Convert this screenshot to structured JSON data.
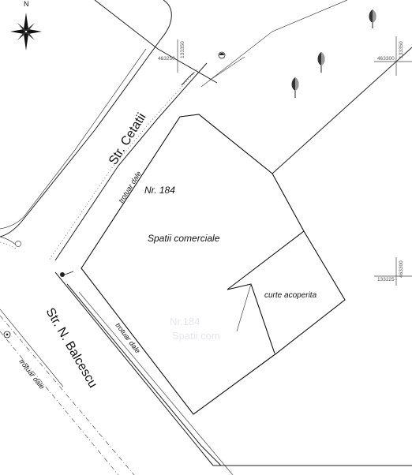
{
  "streets": {
    "cetatii": "Str. Cetatii",
    "balcescu": "Str. N. Balcescu",
    "sidewalk_top": "trotuar dale",
    "sidewalk_mid": "trotuar dale",
    "sidewalk_left": "trotuar dale"
  },
  "parcel": {
    "number": "Nr. 184",
    "use": "Spatii comerciale",
    "courtyard": "curte acoperita"
  },
  "coordinates": {
    "top_left_h": "463250",
    "top_left_v": "133350",
    "top_right_h": "463300",
    "top_right_v": "133350",
    "right_h": "133225",
    "right_v": "463300"
  },
  "compass": {
    "north": "N"
  },
  "ghost_text": {
    "line1": "Nr.184",
    "line2": "Spatii com"
  }
}
